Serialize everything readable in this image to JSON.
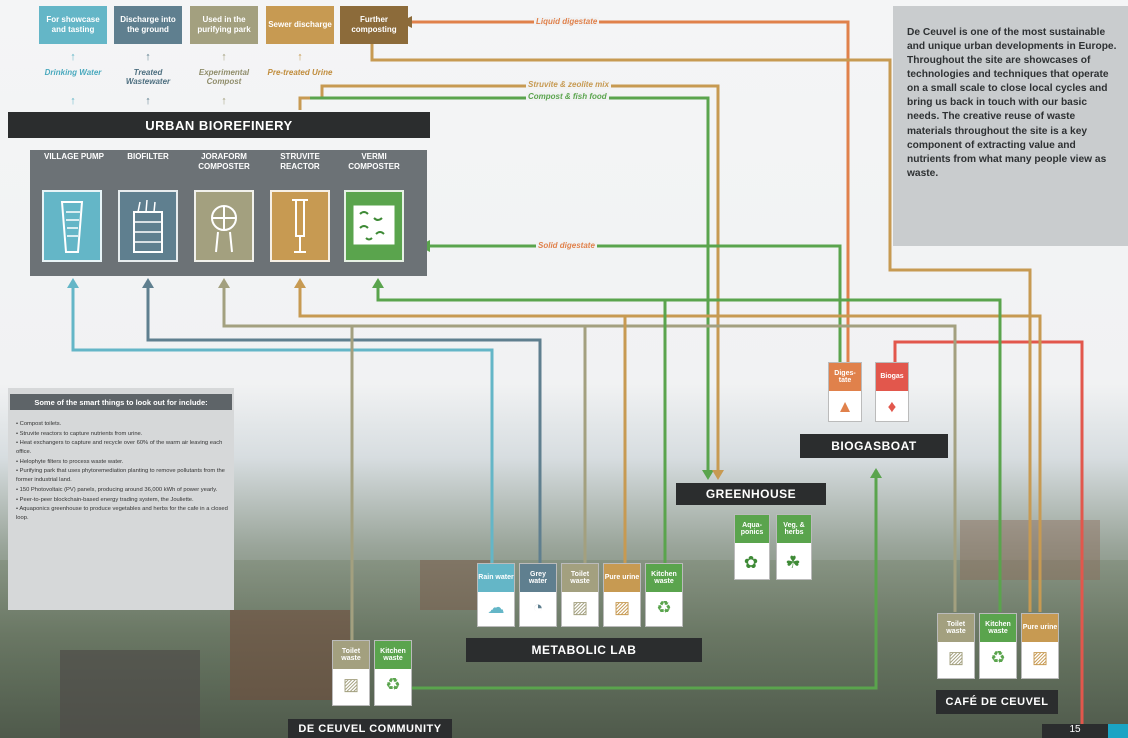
{
  "outputs": [
    {
      "box": "For showcase and tasting",
      "label": "Drinking Water",
      "color": "#64b6c7",
      "label_color": "#4aa9be"
    },
    {
      "box": "Discharge into the ground",
      "label": "Treated Wastewater",
      "color": "#5f7f8f",
      "label_color": "#4e6f80"
    },
    {
      "box": "Used in the purifying park",
      "label": "Experimental Compost",
      "color": "#a3a07f",
      "label_color": "#8f8c6a"
    },
    {
      "box": "Sewer discharge",
      "label": "Pre-treated Urine",
      "color": "#c79a52",
      "label_color": "#c08c3c"
    },
    {
      "box": "Further composting",
      "label": "",
      "color": "#8c6b3a",
      "label_color": "#7d5f33"
    }
  ],
  "biorefinery": {
    "title": "URBAN BIOREFINERY",
    "techs": [
      {
        "name": "VILLAGE PUMP",
        "icon": "water-pump-icon",
        "color": "#64b6c7"
      },
      {
        "name": "BIOFILTER",
        "icon": "biofilter-icon",
        "color": "#5f7f8f"
      },
      {
        "name": "JORAFORM COMPOSTER",
        "icon": "composter-icon",
        "color": "#a3a07f"
      },
      {
        "name": "STRUVITE REACTOR",
        "icon": "reactor-icon",
        "color": "#c79a52"
      },
      {
        "name": "VERMI COMPOSTER",
        "icon": "worm-bin-icon",
        "color": "#5aa44d"
      }
    ]
  },
  "flow_labels": {
    "liquid": "Liquid digestate",
    "struvite": "Struvite & zeolite mix",
    "compost": "Compost & fish food",
    "solid": "Solid digestate"
  },
  "info_text": "De Ceuvel is one of the most sustainable and unique urban developments in Europe. Throughout the site are showcases of technologies and techniques that operate on a small scale to close local cycles and bring us back in touch with our basic needs. The creative reuse of waste materials throughout the site is a key component of extracting value and nutrients from what many people view as waste.",
  "smart": {
    "title": "Some of the smart things to look out for include:",
    "items": [
      "• Compost toilets.",
      "• Struvite reactors to capture nutrients from urine.",
      "• Heat exchangers to capture and recycle over 60% of the warm air leaving each office.",
      "• Helophyte filters to process waste water.",
      "• Purifying park that uses phytoremediation planting to remove pollutants from the former industrial land.",
      "• 150 Photovoltaic (PV) panels, producing around 36,000 kWh of power yearly.",
      "• Peer-to-peer blockchain-based energy trading system, the Jouliette.",
      "• Aquaponics greenhouse to produce vegetables and herbs for the cafe in a closed loop."
    ]
  },
  "biogasboat": {
    "title": "BIOGASBOAT",
    "cards": [
      {
        "label": "Diges-tate",
        "icon": "digestate-pile-icon",
        "color": "#e0814b"
      },
      {
        "label": "Biogas",
        "icon": "flame-icon",
        "color": "#e2574c"
      }
    ]
  },
  "greenhouse": {
    "title": "GREENHOUSE",
    "cards": [
      {
        "label": "Aqua-ponics",
        "icon": "fish-plant-icon",
        "color": "#5aa44d"
      },
      {
        "label": "Veg. & herbs",
        "icon": "herbs-icon",
        "color": "#5aa44d"
      }
    ]
  },
  "metabolic_lab": {
    "title": "METABOLIC LAB",
    "cards": [
      {
        "label": "Rain water",
        "icon": "rain-cloud-icon",
        "color": "#64b6c7"
      },
      {
        "label": "Grey water",
        "icon": "sink-icon",
        "color": "#5f7f8f"
      },
      {
        "label": "Toilet waste",
        "icon": "toilet-icon",
        "color": "#a3a07f"
      },
      {
        "label": "Pure urine",
        "icon": "toilet-icon",
        "color": "#c79a52"
      },
      {
        "label": "Kitchen waste",
        "icon": "food-scraps-icon",
        "color": "#5aa44d"
      }
    ]
  },
  "community": {
    "title": "DE CEUVEL COMMUNITY",
    "cards": [
      {
        "label": "Toilet waste",
        "icon": "toilet-icon",
        "color": "#a3a07f"
      },
      {
        "label": "Kitchen waste",
        "icon": "food-scraps-icon",
        "color": "#5aa44d"
      }
    ]
  },
  "cafe": {
    "title": "CAFÉ DE CEUVEL",
    "cards": [
      {
        "label": "Toilet waste",
        "icon": "toilet-icon",
        "color": "#a3a07f"
      },
      {
        "label": "Kitchen waste",
        "icon": "food-scraps-icon",
        "color": "#5aa44d"
      },
      {
        "label": "Pure urine",
        "icon": "toilet-icon",
        "color": "#c79a52"
      }
    ]
  },
  "page_number": "15"
}
